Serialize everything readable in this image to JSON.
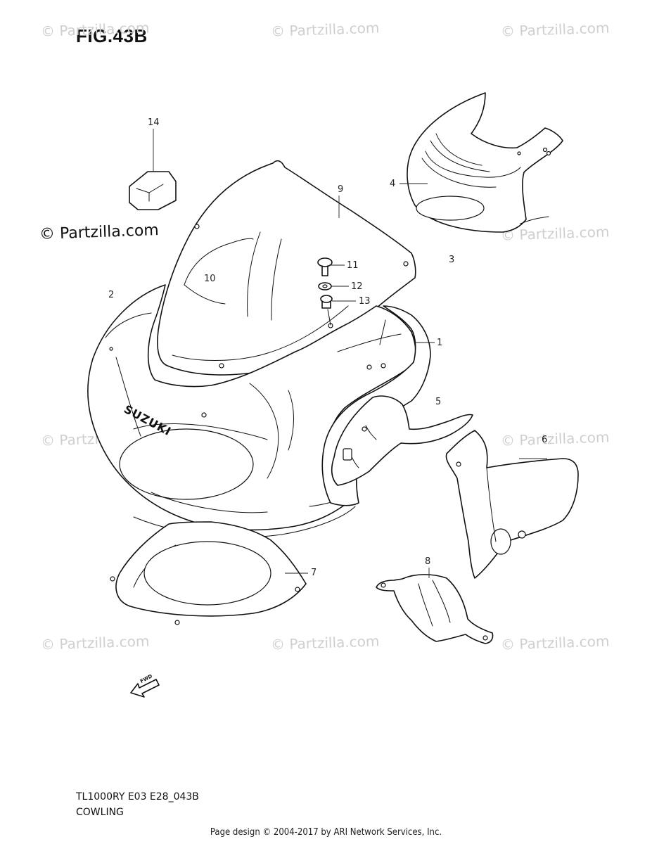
{
  "figure": {
    "title": "FIG.43B",
    "model_code": "TL1000RY E03 E28_043B",
    "section_name": "COWLING"
  },
  "watermarks": {
    "text": "© Partzilla.com",
    "prominent_text": "© Partzilla.com"
  },
  "callouts": {
    "c1": "1",
    "c2": "2",
    "c3": "3",
    "c4": "4",
    "c5": "5",
    "c6": "6",
    "c7": "7",
    "c8": "8",
    "c9": "9",
    "c10": "10",
    "c11": "11",
    "c12": "12",
    "c13": "13",
    "c14": "14"
  },
  "decal_text": {
    "cowl": "SUZUKI",
    "fwd_arrow": "FWD"
  },
  "footer": {
    "copyright": "Page design © 2004-2017 by ARI Network Services, Inc."
  },
  "colors": {
    "line": "#111111",
    "watermark": "#cfcfcf",
    "background": "#ffffff"
  }
}
